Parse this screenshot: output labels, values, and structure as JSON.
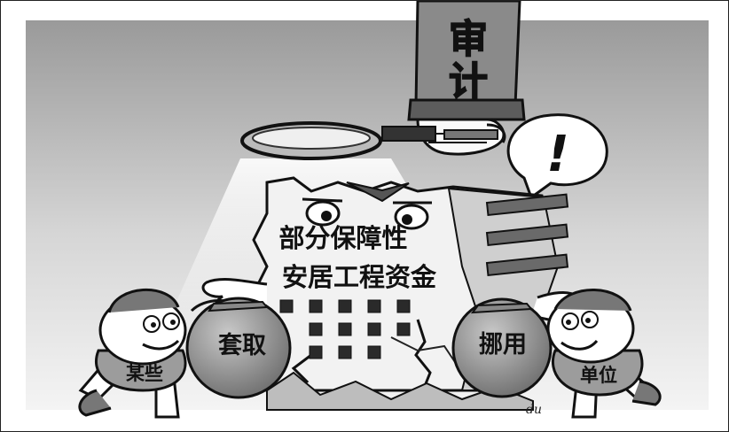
{
  "auditor_label_line1": "审",
  "auditor_label_line2": "计",
  "alert_mark": "!",
  "building_label_line1": "部分保障性",
  "building_label_line2": "安居工程资金",
  "left_bag_label": "套取",
  "left_person_label": "某些",
  "right_bag_label": "挪用",
  "right_person_label": "单位",
  "artist_signature": "du"
}
